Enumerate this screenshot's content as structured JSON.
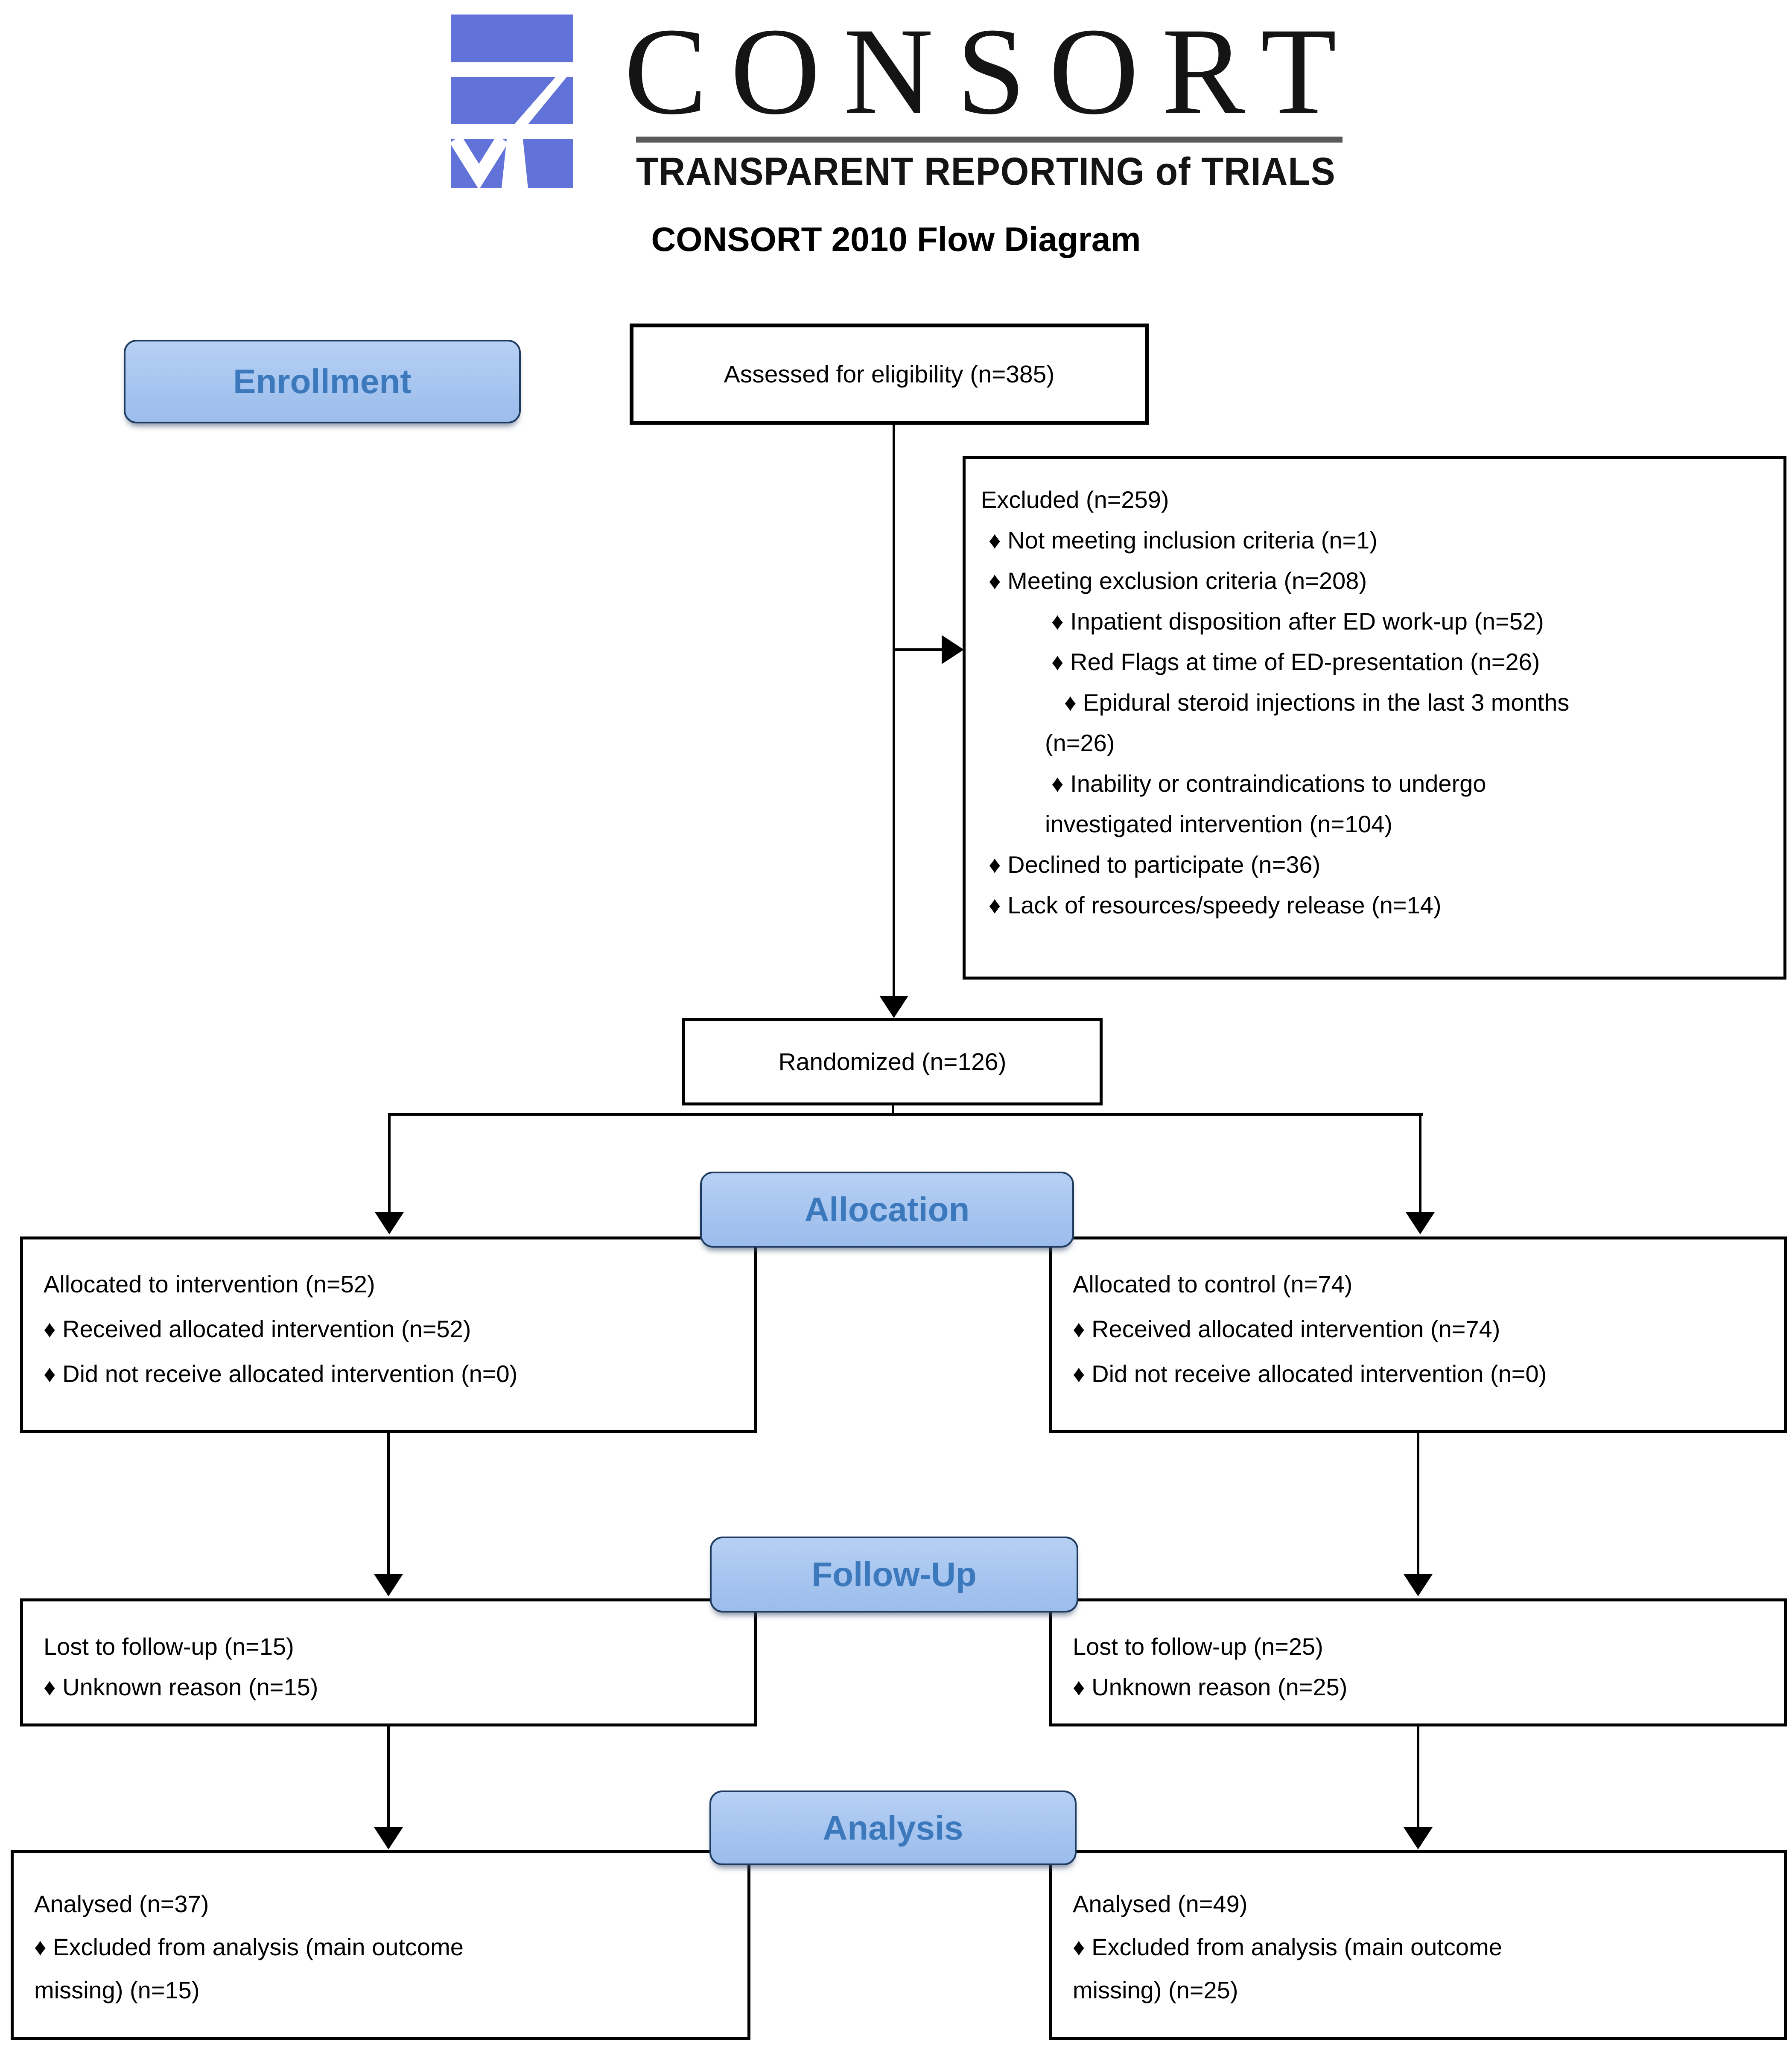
{
  "header": {
    "logo": {
      "brand": "CONSORT",
      "tagline": "TRANSPARENT REPORTING of TRIALS"
    },
    "title": "CONSORT 2010 Flow Diagram"
  },
  "stage_labels": {
    "enrollment": "Enrollment",
    "allocation": "Allocation",
    "followup": "Follow-Up",
    "analysis": "Analysis"
  },
  "boxes": {
    "assessed": {
      "text": "Assessed for eligibility (n=385)"
    },
    "excluded": {
      "lines": [
        "Excluded (n=259)",
        "♦  Not meeting inclusion criteria (n=1)",
        "♦  Meeting exclusion criteria (n=208)",
        "♦ Inpatient disposition after ED work-up (n=52)",
        "♦ Red Flags at time of ED-presentation (n=26)",
        "♦ Epidural steroid injections in the last 3 months",
        "(n=26)",
        "♦ Inability or contraindications to undergo",
        "investigated intervention (n=104)",
        "♦  Declined to participate (n=36)",
        "♦  Lack of resources/speedy release (n=14)"
      ]
    },
    "randomized": {
      "text": "Randomized (n=126)"
    },
    "alloc_left": {
      "lines": [
        "Allocated to intervention (n=52)",
        "♦ Received allocated intervention (n=52)",
        "♦ Did not receive allocated intervention (n=0)"
      ]
    },
    "alloc_right": {
      "lines": [
        "Allocated to control (n=74)",
        "♦ Received allocated intervention (n=74)",
        "♦ Did not receive allocated intervention (n=0)"
      ]
    },
    "fu_left": {
      "lines": [
        "Lost to follow-up (n=15)",
        "♦ Unknown reason (n=15)"
      ]
    },
    "fu_right": {
      "lines": [
        "Lost to follow-up (n=25)",
        "♦ Unknown reason (n=25)"
      ]
    },
    "an_left": {
      "lines": [
        "Analysed (n=37)",
        "♦ Excluded from analysis (main outcome",
        "missing) (n=15)"
      ]
    },
    "an_right": {
      "lines": [
        "Analysed (n=49)",
        "♦ Excluded from analysis (main outcome",
        "missing) (n=25)"
      ]
    }
  },
  "colors": {
    "logo_blue": "#6173D9",
    "label_fill": "#A9C7F1",
    "label_border": "#1E3A5F",
    "stage_text_blue": "#3C79BC",
    "rule_gray": "#595959",
    "box_border": "#000000"
  }
}
